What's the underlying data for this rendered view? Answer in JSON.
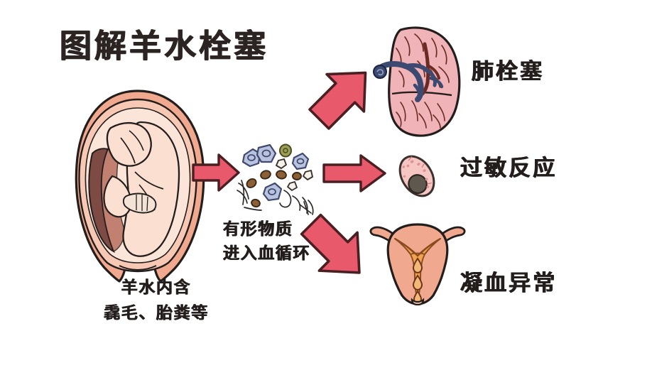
{
  "page": {
    "title": "图解羊水栓塞",
    "background_color": "#ffffff",
    "ink_color": "#231d1c"
  },
  "source": {
    "name": "pregnant-uterus-illustration",
    "caption_line1": "羊水内含",
    "caption_line2": "毳毛、胎粪等",
    "colors": {
      "uterus_wall": "#f0a98e",
      "uterus_inner": "#f7c9b4",
      "amniotic_fluid": "#fbe4d8",
      "fetus": "#fbe0d2",
      "placenta": "#7d4a44",
      "outline": "#231d1c"
    }
  },
  "debris": {
    "name": "amniotic-debris-cluster",
    "caption_line1": "有形物质",
    "caption_line2": "进入血循环",
    "particle_types": [
      "squamous-cell",
      "meconium-granule",
      "lanugo-hair",
      "vernix-flake"
    ],
    "colors": {
      "squamous": "#5d6ea4",
      "squamous_fill": "#b9c2de",
      "meconium": "#8a6034",
      "meconium_olive": "#8f9145",
      "vernix": "#f2f0ea",
      "hair": "#2e2a27"
    }
  },
  "arrows": {
    "fill": "#e8596b",
    "stroke": "#4a1f22",
    "items": [
      {
        "name": "arrow-uterus-to-debris",
        "direction": "right"
      },
      {
        "name": "arrow-debris-to-lung",
        "direction": "up-right"
      },
      {
        "name": "arrow-debris-to-allergy",
        "direction": "right"
      },
      {
        "name": "arrow-debris-to-coagulation",
        "direction": "down-right"
      }
    ]
  },
  "outcomes": [
    {
      "id": "pulmonary-embolism",
      "label": "肺栓塞",
      "icon": "lung-illustration",
      "colors": {
        "lung": "#f0b3b8",
        "vessel_blue": "#3c4a72",
        "capillary": "#6b2b24",
        "outline": "#231d1c"
      }
    },
    {
      "id": "allergic-reaction",
      "label": "过敏反应",
      "icon": "mast-cell-illustration",
      "colors": {
        "cell": "#f6c6c2",
        "nucleus": "#5f584f",
        "granule": "#e28f96",
        "outline": "#3a302c"
      }
    },
    {
      "id": "coagulation-abnormality",
      "label": "凝血异常",
      "icon": "uterus-bleeding-illustration",
      "colors": {
        "uterus": "#f0a98e",
        "cavity": "#f0a24e",
        "blood_drop": "#f3b878",
        "outline": "#231d1c"
      }
    }
  ]
}
